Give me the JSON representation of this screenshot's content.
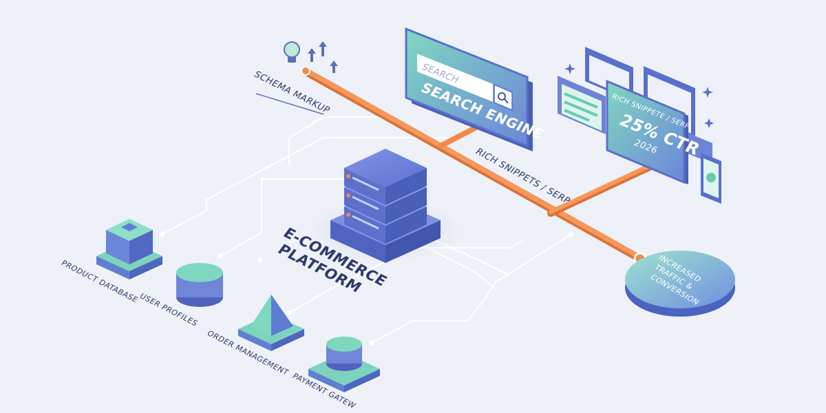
{
  "schema": {
    "label": "SCHEMA MARKUP"
  },
  "search": {
    "placeholder": "SEARCH",
    "title": "SEARCH ENGINE"
  },
  "serp": {
    "label": "RICH SNIPPETS / SERP",
    "card_title": "RICH SNIPPETE / SERP",
    "metric": "25% CTR",
    "year": "2026"
  },
  "platform": {
    "line1": "E-COMMERCE",
    "line2": "PLATFORM"
  },
  "outcome": {
    "line1": "INCREASED",
    "line2": "TRAFFIC &",
    "line3": "CONVERSION"
  },
  "components": {
    "product_db": "PRODUCT DATABASE",
    "user_profiles": "USER PROFILES",
    "order_mgmt": "ORDER MANAGEMENT",
    "payment": "PAYMENT GATEW"
  },
  "colors": {
    "background": "#eef1f7",
    "pipe": "#f08a4b",
    "blue": "#5a6fcc",
    "teal": "#6cc9b0"
  }
}
